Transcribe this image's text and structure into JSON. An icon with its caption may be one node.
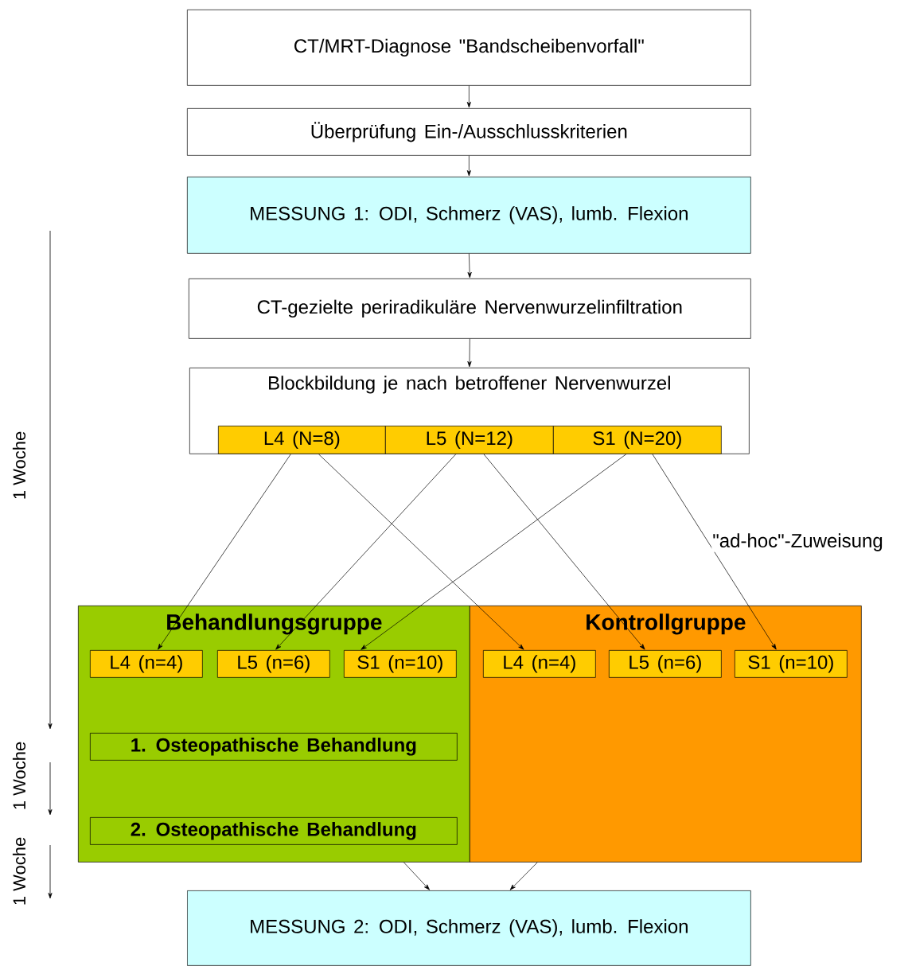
{
  "diagram": {
    "nodes": [
      {
        "text": [
          "CT/MRT-Diagnose \"Bandscheibenvorfall\""
        ]
      },
      {
        "text": [
          "Überprüfung Ein-/Ausschlusskriterien"
        ]
      },
      {
        "text": [
          "MESSUNG 1: ODI, Schmerz (VAS), lumb. Flexion"
        ]
      },
      {
        "text": [
          "CT-gezielte periradikuläre Nervenwurzelinfiltration"
        ]
      },
      {
        "text": [
          "Blockbildung je nach betroffener Nervenwurzel"
        ]
      },
      {
        "text": [
          "L4 (N=8)"
        ],
        "in": 4
      },
      {
        "text": [
          "L5 (N=12)"
        ],
        "in": 4
      },
      {
        "text": [
          "S1 (N=20)"
        ],
        "in": 4
      },
      {
        "text": [
          "Behandlungsgruppe"
        ]
      },
      {
        "text": [
          "Kontrollgruppe"
        ]
      },
      {
        "text": [
          "L4 (n=4)"
        ],
        "in": 8
      },
      {
        "text": [
          "L5 (n=6)"
        ],
        "in": 8
      },
      {
        "text": [
          "S1 (n=10)"
        ],
        "in": 8
      },
      {
        "text": [
          "L4 (n=4)"
        ],
        "in": 9
      },
      {
        "text": [
          "L5 (n=6)"
        ],
        "in": 9
      },
      {
        "text": [
          "S1 (n=10)"
        ],
        "in": 9
      },
      {
        "text": [
          "1. Osteopathische Behandlung"
        ],
        "in": 8
      },
      {
        "text": [
          "2. Osteopathische Behandlung"
        ],
        "in": 8
      },
      {
        "text": [
          "MESSUNG 2: ODI, Schmerz (VAS), lumb. Flexion"
        ]
      }
    ],
    "edges": [
      {
        "from": 0,
        "to": 1,
        "arrow": "to"
      },
      {
        "from": 1,
        "to": 2,
        "arrow": "to"
      },
      {
        "from": 2,
        "to": 3,
        "arrow": "to"
      },
      {
        "from": 3,
        "to": 4,
        "arrow": "to"
      },
      {
        "from": 5,
        "to": 10,
        "arrow": "to"
      },
      {
        "from": 5,
        "to": 13,
        "arrow": "to"
      },
      {
        "from": 6,
        "to": 11,
        "arrow": "to"
      },
      {
        "from": 6,
        "to": 14,
        "arrow": "to"
      },
      {
        "from": 7,
        "to": 12,
        "arrow": "to"
      },
      {
        "from": 7,
        "to": 15,
        "arrow": "to",
        "label": "\"ad-hoc\"-Zuweisung"
      },
      {
        "from": 8,
        "to": 18,
        "arrow": "to"
      },
      {
        "from": 9,
        "to": 18,
        "arrow": "to"
      }
    ],
    "labels": [
      "1 Woche",
      "1 Woche",
      "1 Woche"
    ]
  }
}
